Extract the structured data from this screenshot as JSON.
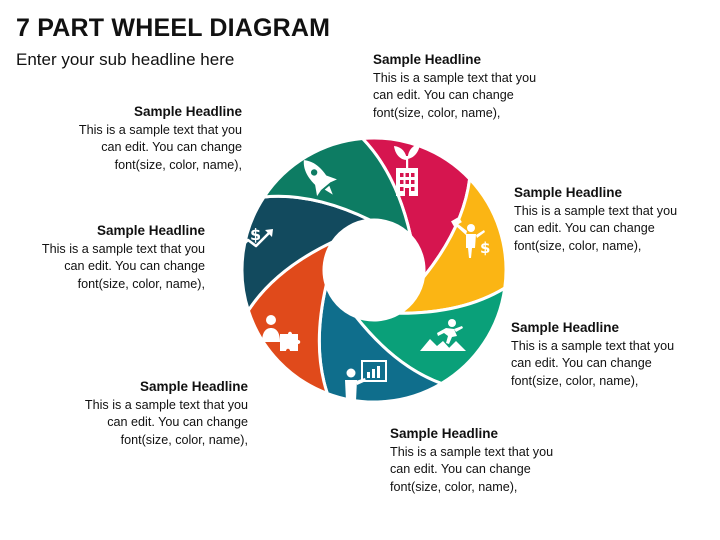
{
  "title": "7 PART WHEEL DIAGRAM",
  "subtitle": "Enter your sub headline here",
  "segments": [
    {
      "id": "top-red",
      "color": "#d6154f",
      "icon": "plant-building-icon"
    },
    {
      "id": "top-right-yellow",
      "color": "#fbb514",
      "icon": "person-dollar-icon"
    },
    {
      "id": "right-green",
      "color": "#0aa079",
      "icon": "runner-mountain-icon"
    },
    {
      "id": "bottom-blue",
      "color": "#0f6e8c",
      "icon": "presenter-chart-icon"
    },
    {
      "id": "bottom-left-orange",
      "color": "#e04a1b",
      "icon": "people-puzzle-icon"
    },
    {
      "id": "left-navy",
      "color": "#124a5e",
      "icon": "dollar-growth-icon"
    },
    {
      "id": "top-left-green",
      "color": "#0d7c63",
      "icon": "rocket-icon"
    }
  ],
  "callouts": [
    {
      "headline": "Sample Headline",
      "text": "This is a sample text that you can edit. You can change font(size, color, name),"
    },
    {
      "headline": "Sample Headline",
      "text": "This is a sample text that you can edit. You can change font(size, color, name),"
    },
    {
      "headline": "Sample Headline",
      "text": "This is a sample text that you can edit. You can change font(size, color, name),"
    },
    {
      "headline": "Sample Headline",
      "text": "This is a sample text that you can edit. You can change font(size, color, name),"
    },
    {
      "headline": "Sample Headline",
      "text": "This is a sample text that you can edit. You can change font(size, color, name),"
    },
    {
      "headline": "Sample Headline",
      "text": "This is a sample text that you can edit. You can change font(size, color, name),"
    },
    {
      "headline": "Sample Headline",
      "text": "This is a sample text that you can edit. You can change font(size, color, name),"
    }
  ]
}
